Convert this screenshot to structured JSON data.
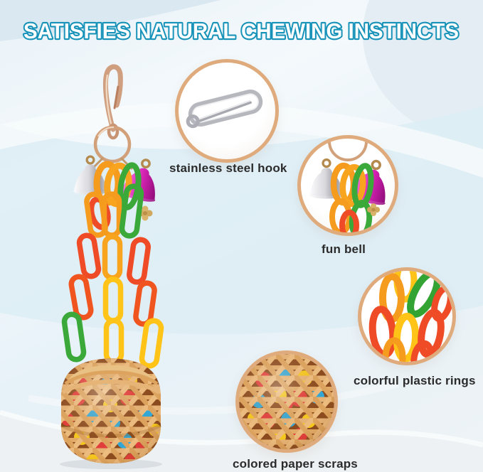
{
  "title": "SATISFIES NATURAL CHEWING INSTINCTS",
  "colors": {
    "title_outline": "#1792b8",
    "title_fill": "#ffffff",
    "circle_border": "#dfab7d",
    "label_text": "#2b2b2b",
    "background": "#e6f1f8",
    "chain_orange": "#f59b1e",
    "chain_red": "#ee4b26",
    "chain_yellow": "#ffc417",
    "chain_green": "#3aa93a",
    "bell_magenta": "#d724b4",
    "bell_silver": "#c9c9cf",
    "hook_copper": "#d2a079",
    "basket_tan": "#e7b477",
    "paper_red": "#e23b3b",
    "paper_blue": "#2fa8d9",
    "paper_yellow": "#f7c91d"
  },
  "features": [
    {
      "id": "hook",
      "label": "stainless steel hook"
    },
    {
      "id": "bell",
      "label": "fun bell"
    },
    {
      "id": "rings",
      "label": "colorful plastic rings"
    },
    {
      "id": "scraps",
      "label": "colored paper scraps"
    }
  ]
}
